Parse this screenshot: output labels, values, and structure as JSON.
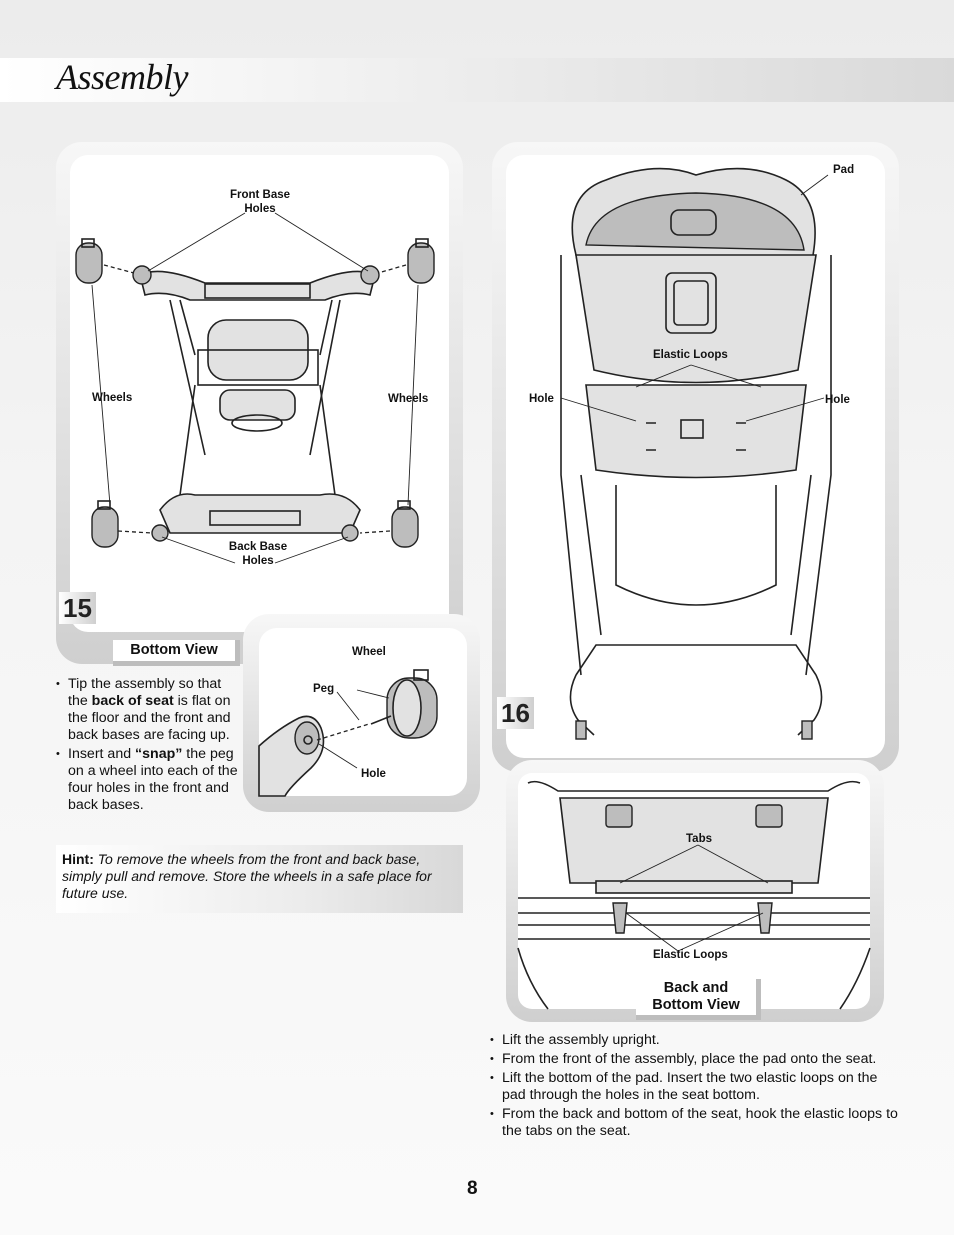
{
  "header": {
    "title": "Assembly"
  },
  "step15": {
    "number": "15",
    "view_label": "Bottom View",
    "labels": {
      "front_base_holes": "Front Base\nHoles",
      "wheels_left": "Wheels",
      "wheels_right": "Wheels",
      "back_base_holes": "Back Base\nHoles"
    },
    "detail": {
      "wheel": "Wheel",
      "peg": "Peg",
      "hole": "Hole"
    },
    "bullets": [
      {
        "pre": "Tip the assembly so that the ",
        "bold": "back of seat",
        "post": " is flat on the floor and the front and back bases are facing up."
      },
      {
        "pre": "Insert and ",
        "bold": "“snap”",
        "post": " the peg on a wheel into each of the four holes in the front and back bases."
      }
    ],
    "hint": {
      "label": "Hint:",
      "text": "To remove the wheels from the front and back base, simply pull and remove. Store the wheels in a safe place for future use."
    }
  },
  "step16": {
    "number": "16",
    "labels": {
      "pad": "Pad",
      "elastic_loops": "Elastic Loops",
      "hole_left": "Hole",
      "hole_right": "Hole"
    },
    "detail": {
      "tabs": "Tabs",
      "elastic_loops": "Elastic Loops",
      "view_label": "Back and\nBottom View"
    },
    "bullets": [
      "Lift the assembly upright.",
      "From the front of the assembly, place the pad onto the seat.",
      "Lift the bottom of the pad. Insert the two elastic loops on the pad through the holes in the seat bottom.",
      "From the back and bottom of the seat, hook the elastic loops to the tabs on the seat."
    ]
  },
  "page_number": "8"
}
